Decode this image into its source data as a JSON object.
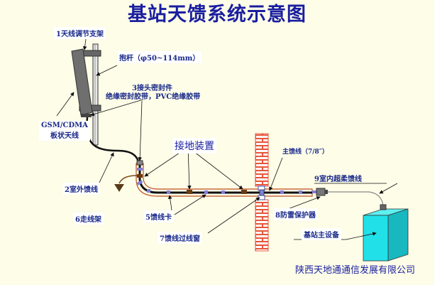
{
  "title": "基站天馈系统示意图",
  "labels": {
    "bracket": "1天线调节支架",
    "pole": "抱杆（φ50~114mm）",
    "seal_line1": "3接头密封件",
    "seal_line2": "绝缘密封胶带，PVC绝缘胶带",
    "antenna_line1": "GSM/CDMA",
    "antenna_line2": "板状天线",
    "grounding": "接地装置",
    "main_feeder": "主馈线（7/8″）",
    "outdoor_feeder": "2室外馈线",
    "cable_rack": "6走线架",
    "feeder_clip": "5馈线卡",
    "feeder_window": "7馈线过线窗",
    "lightning_protector": "8防雷保护器",
    "indoor_jumper": "9室内超柔馈线",
    "bts_equipment": "基站主设备"
  },
  "company": "陕西天地通通信发展有限公司",
  "colors": {
    "title": "#1a1ea0",
    "label_text": "#1a2a8a",
    "background": "#fdfde8",
    "brick": "#e8553a",
    "feeder": "#111111",
    "feeder_outline": "#c0501e",
    "clip": "#8080e0",
    "ground_clamp": "#6b3a10",
    "equipment": "#22e0e8"
  }
}
